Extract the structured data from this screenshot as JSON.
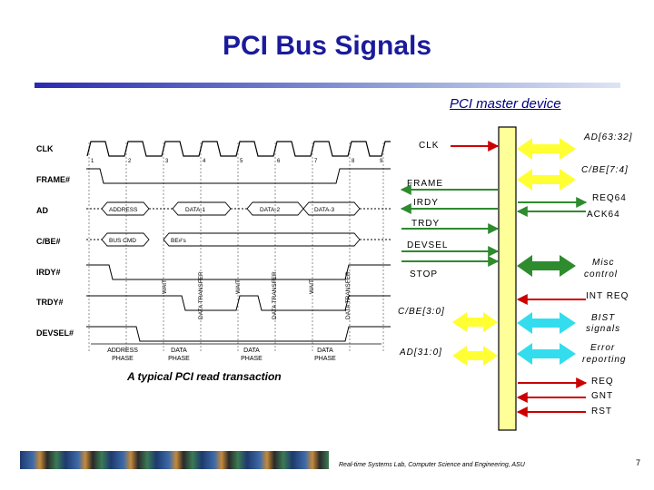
{
  "title": "PCI Bus Signals",
  "device_title": "PCI master device",
  "caption": "A typical PCI read transaction",
  "footer": "Real-time Systems Lab, Computer Science and Engineering, ASU",
  "page_number": "7",
  "left_signals": {
    "clk": "CLK",
    "frame": "FRAME",
    "irdy": "IRDY",
    "trdy": "TRDY",
    "devsel": "DEVSEL",
    "stop": "STOP",
    "cbe": "C/BE[3:0]",
    "ad": "AD[31:0]"
  },
  "right_signals": {
    "ad64": "AD[63:32]",
    "cbe74": "C/BE[7:4]",
    "req64": "REQ64",
    "ack64": "ACK64",
    "misc_line1": "Misc",
    "misc_line2": "control",
    "intreq": "INT REQ",
    "bist_line1": "BIST",
    "bist_line2": "signals",
    "error_line1": "Error",
    "error_line2": "reporting",
    "req": "REQ",
    "gnt": "GNT",
    "rst": "RST"
  },
  "timing": {
    "rows": [
      "CLK",
      "FRAME#",
      "AD",
      "C/BE#",
      "IRDY#",
      "TRDY#",
      "DEVSEL#"
    ],
    "clock_numbers": [
      "1",
      "2",
      "3",
      "4",
      "5",
      "6",
      "7",
      "8",
      "9"
    ],
    "ad_labels": [
      "ADDRESS",
      "DATA-1",
      "DATA-2",
      "DATA-3"
    ],
    "cbe_labels": [
      "BUS CMD",
      "BE#'s"
    ],
    "wait_label": "WAIT",
    "transfer_label": "DATA TRANSFER",
    "phase_top": [
      "ADDRESS",
      "DATA",
      "DATA",
      "DATA"
    ],
    "phase_bottom": [
      "PHASE",
      "PHASE",
      "PHASE",
      "PHASE"
    ]
  },
  "colors": {
    "title": "#1a1a9c",
    "bus_bar": "#ffff99",
    "output_arrow": "#cc0000",
    "input_arrow": "#2e8b2e",
    "bidirectional": "#ffff33",
    "cyan": "#33ddee"
  }
}
